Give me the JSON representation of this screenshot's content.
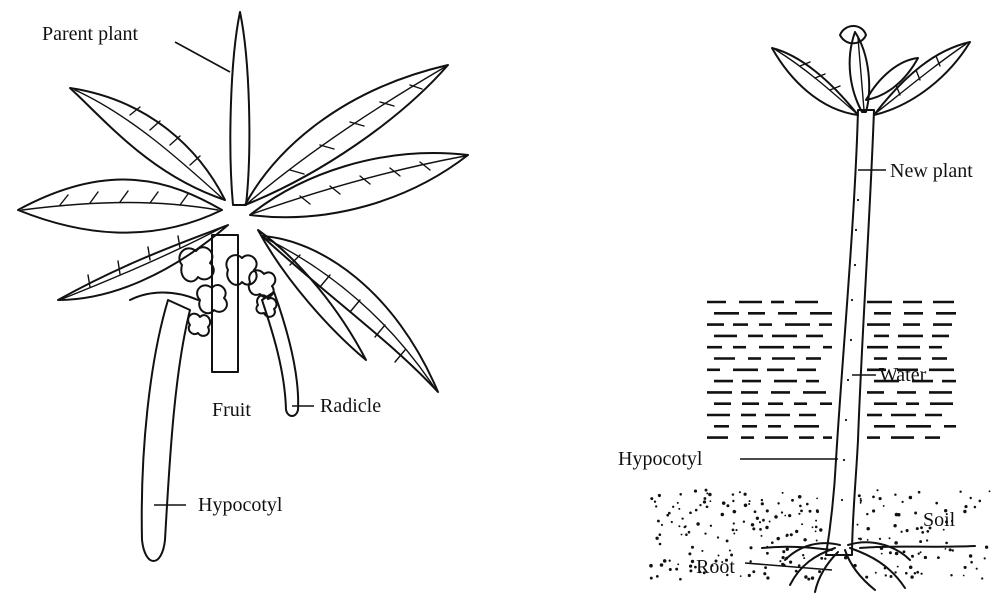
{
  "left_diagram": {
    "labels": {
      "parent_plant": "Parent plant",
      "fruit": "Fruit",
      "radicle": "Radicle",
      "hypocotyl": "Hypocotyl"
    }
  },
  "right_diagram": {
    "labels": {
      "new_plant": "New plant",
      "water": "Water",
      "hypocotyl": "Hypocotyl",
      "soil": "Soil",
      "root": "Root"
    }
  },
  "colors": {
    "ink": "#111111",
    "background": "#ffffff"
  }
}
